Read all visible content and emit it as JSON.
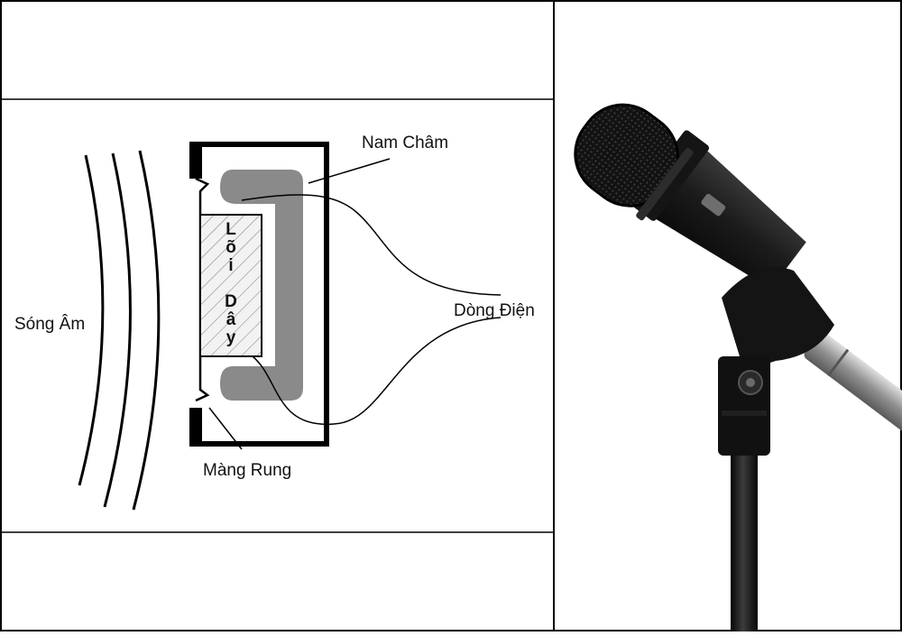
{
  "diagram": {
    "labels": {
      "sound_waves": "Sóng Âm",
      "magnet": "Nam Châm",
      "current": "Dòng Điện",
      "diaphragm": "Màng Rung",
      "coil_line1": [
        "L",
        "õ",
        "i"
      ],
      "coil_line2": [
        "D",
        "â",
        "y"
      ]
    },
    "colors": {
      "outline": "#000000",
      "magnet": "#8a8a8a",
      "coil_fill": "#f2f2f2"
    }
  },
  "photo": {
    "subject": "dynamic-microphone-on-stand",
    "colors": {
      "body": "#1b1b1b",
      "grille": "#111111",
      "metal": "#a7a7a7"
    }
  }
}
